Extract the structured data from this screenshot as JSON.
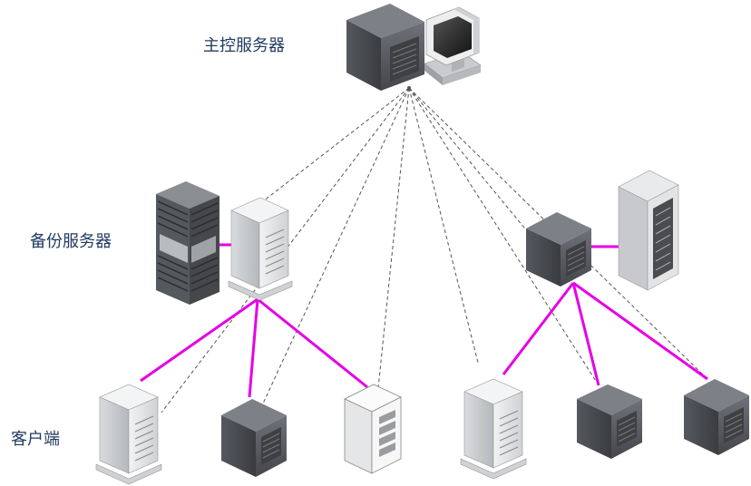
{
  "labels": {
    "main_server": "主控服务器",
    "backup_server": "备份服务器",
    "client": "客户端"
  },
  "colors": {
    "link_solid": "#e600e6",
    "link_dashed": "#555555",
    "dark_case": "#5a5d63",
    "light_case": "#e4e5e7",
    "white_case": "#f7f7f7"
  },
  "icons": [
    "main-server-tower-icon",
    "monitor-icon",
    "storage-array-icon",
    "backup-tower-left-icon",
    "backup-dark-server-right-icon",
    "rack-cabinet-icon",
    "client-tower-1-icon",
    "client-dark-2-icon",
    "client-white-3-icon",
    "client-tower-4-icon",
    "client-dark-5-icon",
    "client-dark-6-icon"
  ]
}
